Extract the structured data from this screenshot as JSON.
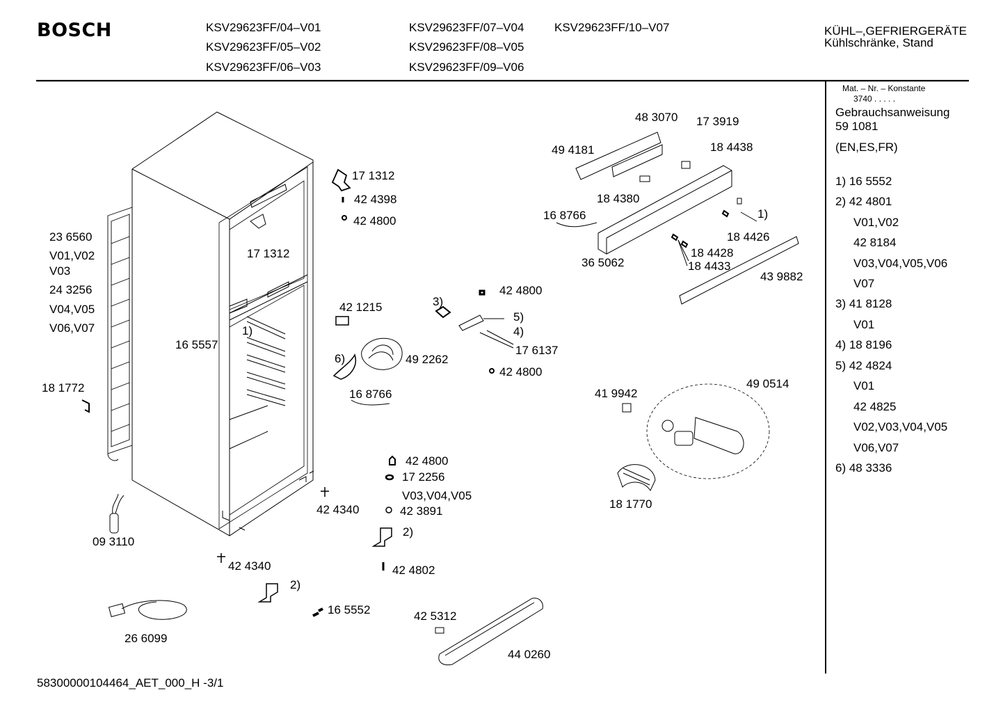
{
  "header": {
    "brand": "BOSCH",
    "models": [
      "KSV29623FF/04–V01",
      "KSV29623FF/05–V02",
      "KSV29623FF/06–V03",
      "KSV29623FF/07–V04",
      "KSV29623FF/08–V05",
      "KSV29623FF/09–V06",
      "KSV29623FF/10–V07"
    ],
    "category_line1": "KÜHL–,GEFRIERGERÄTE",
    "category_line2": "Kühlschränke, Stand"
  },
  "sidebar": {
    "mat_label": "Mat. – Nr. – Konstante",
    "mat_value": "3740  .  .  .  .  .",
    "manual_title": "Gebrauchsanweisung",
    "manual_number": "59 1081",
    "languages": "(EN,ES,FR)",
    "notes": [
      "1)  16 5552",
      "2)  42 4801",
      "V01,V02",
      "42 8184",
      "V03,V04,V05,V06",
      "V07",
      "3)  41 8128",
      "V01",
      "4)  18 8196",
      "5)  42 4824",
      "V01",
      "42 4825",
      "V02,V03,V04,V05",
      "V06,V07",
      "6)  48 3336"
    ]
  },
  "labels": [
    "17 1312",
    "42 4398",
    "42 4800",
    "17 1312",
    "23 6560",
    "V01,V02",
    "V03",
    "24 3256",
    "V04,V05",
    "V06,V07",
    "16 5557",
    "1)",
    "18 1772",
    "42 1215",
    "3)",
    "42 4800",
    "5)",
    "4)",
    "17 6137",
    "6)",
    "49 2262",
    "42 4800",
    "16 8766",
    "42 4800",
    "17 2256",
    "V03,V04,V05",
    "42 3891",
    "42 4340",
    "2)",
    "09 3110",
    "42 4340",
    "42 4802",
    "2)",
    "16 5552",
    "26 6099",
    "42 5312",
    "44 0260",
    "48 3070",
    "17 3919",
    "49 4181",
    "18 4438",
    "18 4380",
    "16 8766",
    "1)",
    "18 4426",
    "36 5062",
    "18 4428",
    "18 4433",
    "43 9882",
    "41 9942",
    "49 0514",
    "18 1770"
  ],
  "footer": {
    "document_id": "58300000104464_AET_000_H  -3/1"
  }
}
